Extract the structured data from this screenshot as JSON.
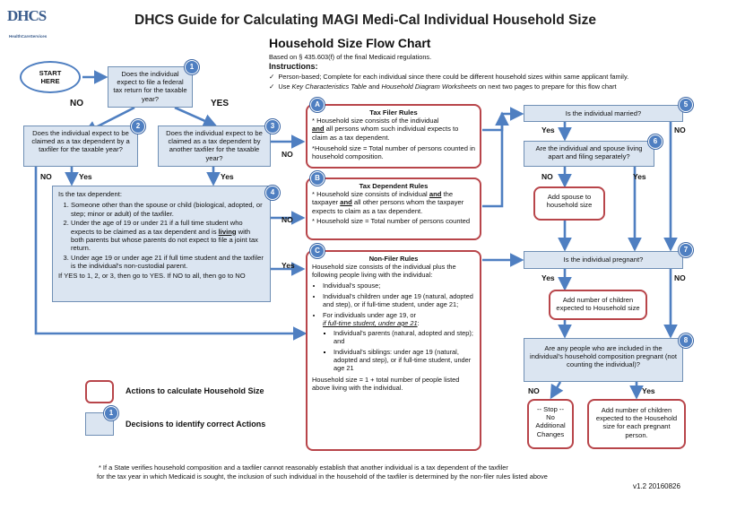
{
  "logo": {
    "name": "DHCS",
    "tagline": "HealthCareServices"
  },
  "header": {
    "title": "DHCS Guide for Calculating MAGI Medi-Cal Individual Household Size",
    "subtitle": "Household Size Flow Chart",
    "basis": "Based on § 435.603(f) of the final Medicaid regulations.",
    "instructions_label": "Instructions:",
    "instruction_1": "Person-based; Complete for each individual since there could be different household sizes within same applicant family.",
    "instruction_2_pre": "Use ",
    "instruction_2_em1": "Key Characteristics Table",
    "instruction_2_mid": " and ",
    "instruction_2_em2": "Household Diagram Worksheets",
    "instruction_2_post": " on next two pages to prepare for this flow chart"
  },
  "start": "START HERE",
  "q1": {
    "num": "1",
    "text": "Does the individual expect to file a federal tax return for the taxable year?"
  },
  "q2": {
    "num": "2",
    "text": "Does the individual expect to be claimed as a tax dependent by a taxfiler for the taxable year?"
  },
  "q3": {
    "num": "3",
    "text": "Does the individual expect to be claimed as a tax dependent by another taxfiler for the taxable year?"
  },
  "q4": {
    "num": "4",
    "intro": "Is the tax dependent:",
    "item1": "Someone other than the spouse or child (biological, adopted, or step; minor or adult) of the taxfiler.",
    "item2_pre": "Under the age of 19 or under 21 if a full time student who expects to be claimed as a tax dependent and is ",
    "item2_em": "living",
    "item2_post": " with both parents but whose parents do not expect to file a joint tax return.",
    "item3": "Under age 19 or under age 21 if full time student and the taxfiler is the individual's non-custodial parent.",
    "footer": "If YES to 1, 2, or 3, then go to YES. If NO to all, then go to NO"
  },
  "ruleA": {
    "badge": "A",
    "title": "Tax Filer Rules",
    "line1": "* Household size consists of the individual",
    "line2_em": "and",
    "line2": " all persons whom such individual expects to claim as a tax dependent.",
    "line3": "*Household size = Total number of persons counted in household composition."
  },
  "ruleB": {
    "badge": "B",
    "title": "Tax Dependent Rules",
    "line1_pre": "* Household size consists of individual ",
    "line1_em": "and",
    "line1_post": " the",
    "line2_pre": "taxpayer ",
    "line2_em": "and",
    "line2_post": " all other persons whom the taxpayer expects to claim as a tax dependent.",
    "line3": "* Household size = Total number of persons counted"
  },
  "ruleC": {
    "badge": "C",
    "title": "Non-Filer Rules",
    "intro": "Household size consists of the individual plus the following people living with the individual:",
    "b1": "Individual's spouse;",
    "b2": "Individual's children under age 19 (natural, adopted and step), or if full-time student, under age 21;",
    "b3_pre": "For individuals under age 19, or",
    "b3_em": "if full-time student, under age 21",
    "b3_post": ":",
    "s1": "Individual's parents (natural, adopted and step); and",
    "s2": "Individual's siblings: under age 19 (natural, adopted and step), or if full-time student, under age 21",
    "formula": "Household size = 1 + total number of people listed above living with the individual."
  },
  "q5": {
    "num": "5",
    "text": "Is the individual married?"
  },
  "q6": {
    "num": "6",
    "text": "Are the individual and spouse living apart and filing separately?"
  },
  "q7": {
    "num": "7",
    "text": "Is the individual pregnant?"
  },
  "q8": {
    "num": "8",
    "text": "Are any people who are included in the individual's household composition pregnant (not counting the individual)?"
  },
  "act_spouse": "Add spouse to household size",
  "act_children": "Add number of children expected to Household size",
  "act_stop": "-- Stop -- No Additional Changes",
  "act_children8": "Add number of children expected to the Household size for each pregnant person.",
  "labels": {
    "yes": "YES",
    "no": "NO",
    "yes_sm": "Yes",
    "no_sm": "NO"
  },
  "legend": {
    "actions": "Actions to calculate Household Size",
    "decisions_num": "1",
    "decisions": "Decisions to identify correct Actions"
  },
  "footnote_1": "* If a State verifies household composition and a taxfiler cannot reasonably establish that another individual is a tax dependent of the taxfiler",
  "footnote_2": "for the tax year in which Medicaid is sought, the inclusion of such individual in the household of the taxfiler is determined by the non-filer rules listed above",
  "version": "v1.2 20160826",
  "colors": {
    "decision_fill": "#dbe5f1",
    "decision_border": "#6f8fb5",
    "action_border": "#b8454a",
    "arrow": "#4f7fc1",
    "badge": "#4f7fc1"
  }
}
